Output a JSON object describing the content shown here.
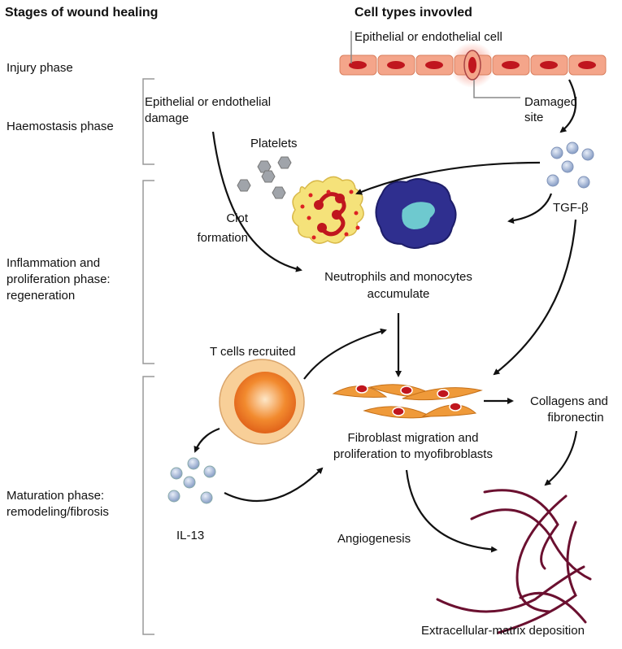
{
  "headers": {
    "stages": "Stages of wound healing",
    "cells": "Cell types invovled"
  },
  "stages": {
    "injury": "Injury phase",
    "haemostasis": "Haemostasis phase",
    "inflammation": [
      "Inflammation and",
      "proliferation phase:",
      "regeneration"
    ],
    "maturation": [
      "Maturation phase:",
      "remodeling/fibrosis"
    ]
  },
  "labels": {
    "epithelial_cell": "Epithelial or endothelial cell",
    "damaged_site": [
      "Damaged",
      "site"
    ],
    "epithelial_damage": [
      "Epithelial or endothelial",
      "damage"
    ],
    "platelets": "Platelets",
    "clot_formation": [
      "Clot",
      "formation"
    ],
    "tgf_beta": "TGF-β",
    "neutrophils": [
      "Neutrophils and monocytes",
      "accumulate"
    ],
    "t_cells": "T cells recruited",
    "collagens": [
      "Collagens and",
      "fibronectin"
    ],
    "fibroblast": [
      "Fibroblast migration and",
      "proliferation to myofibroblasts"
    ],
    "il13": "IL-13",
    "angiogenesis": "Angiogenesis",
    "ecm": "Extracellular-matrix deposition"
  },
  "colors": {
    "epithelial_cell": "#f4a58a",
    "nucleus": "#c0161e",
    "cytokine": "#9fb3d6",
    "platelet": "#a0a4aa",
    "neutrophil": "#f5e27a",
    "monocyte": "#2f2f8f",
    "monocyte_nucleus": "#6ec9cf",
    "fibroblast": "#ef9a3a",
    "t_cell": "#f07a1e",
    "collagen": "#6b1030"
  }
}
